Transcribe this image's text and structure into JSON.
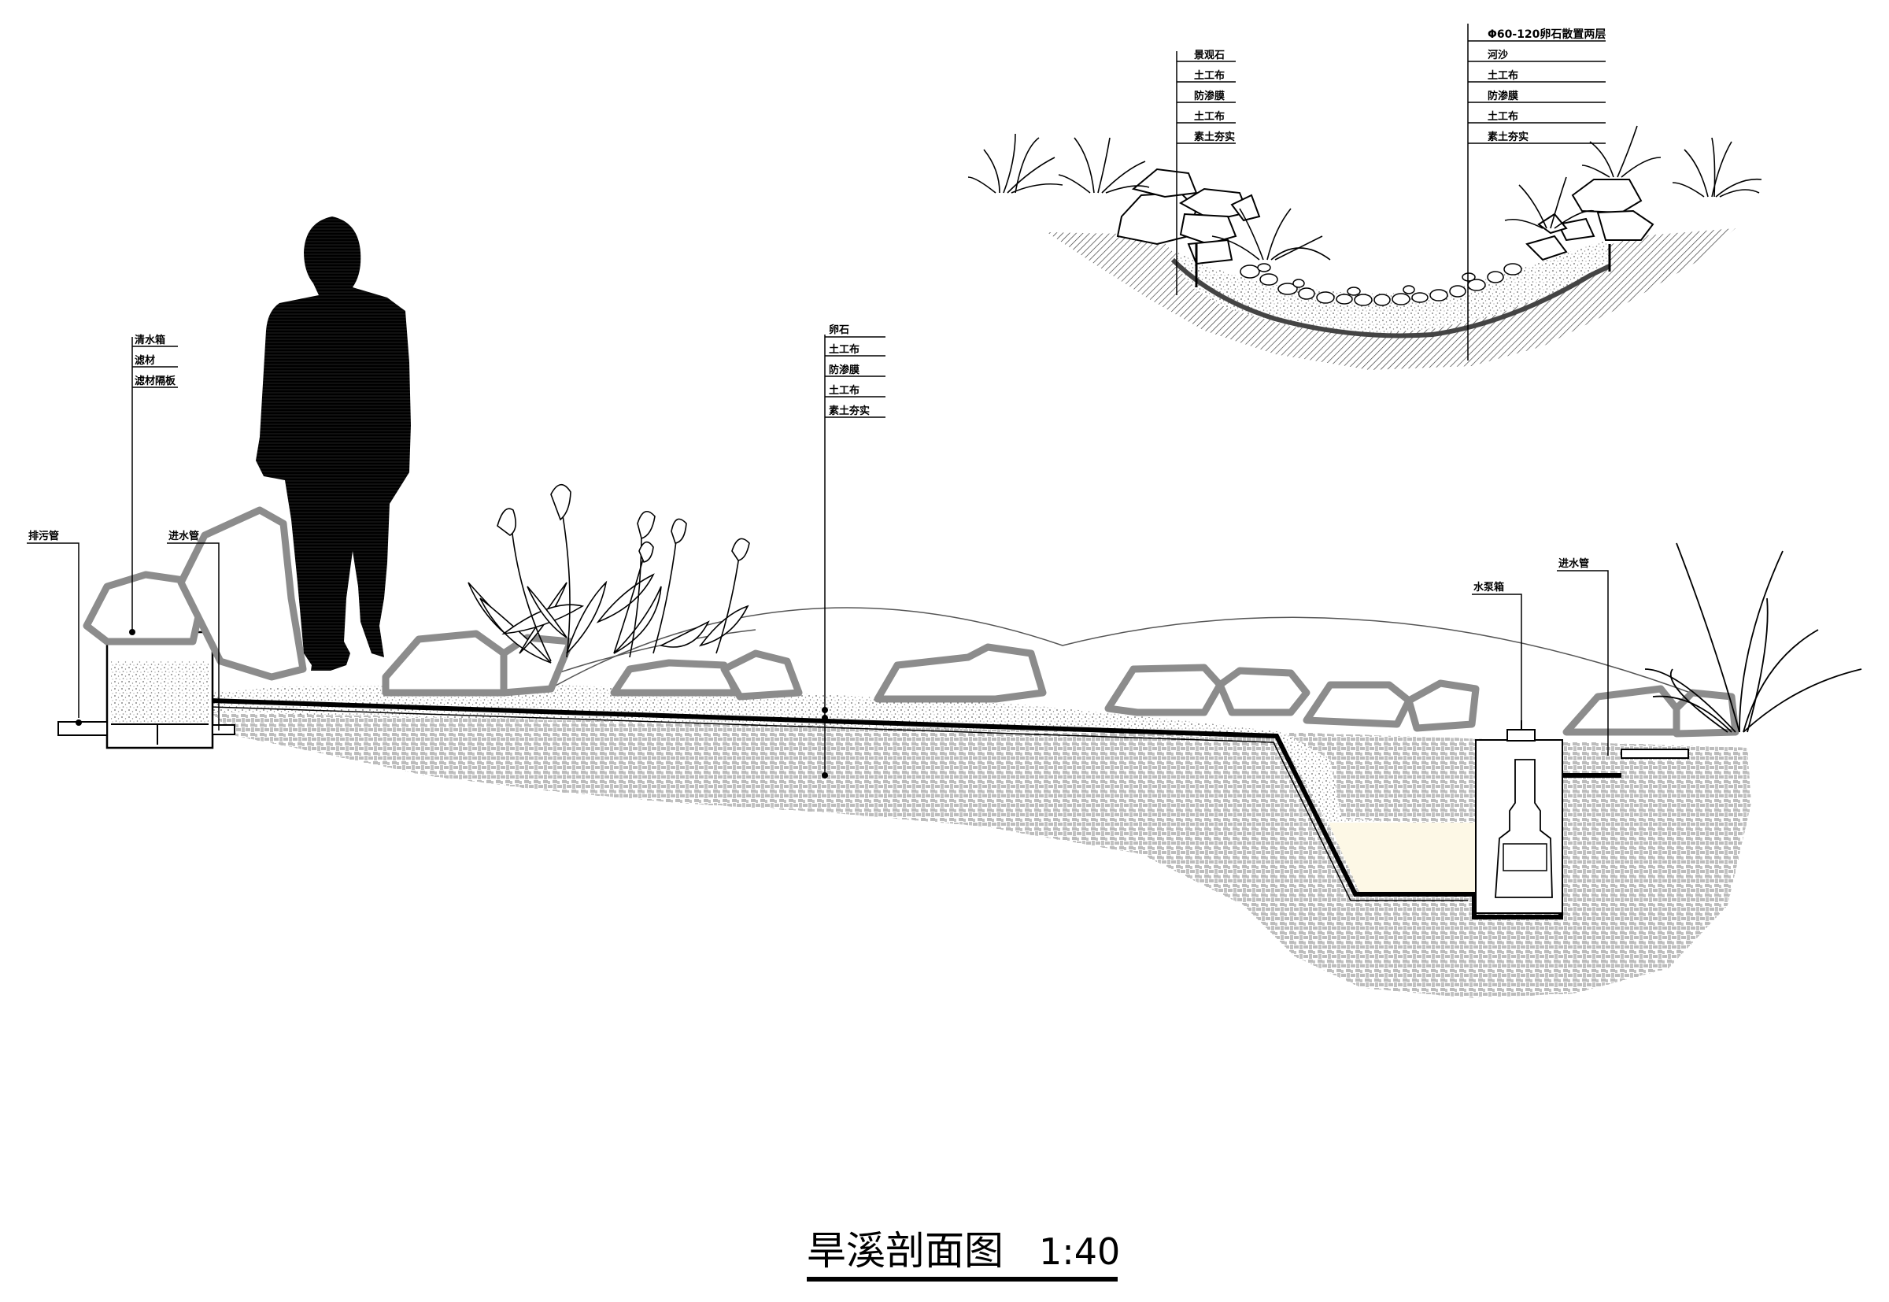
{
  "main_section": {
    "left_tank_labels": [
      "清水箱",
      "滤材",
      "滤材隔板"
    ],
    "drain_pipe": "排污管",
    "inlet_pipe_left": "进水管",
    "stream_layers": [
      "卵石",
      "土工布",
      "防渗膜",
      "土工布",
      "素土夯实"
    ],
    "pump_box": "水泵箱",
    "inlet_pipe_right": "进水管"
  },
  "detail_section": {
    "left_labels": [
      "景观石",
      "土工布",
      "防渗膜",
      "土工布",
      "素土夯实"
    ],
    "right_labels": [
      "Φ60-120卵石散置两层",
      "河沙",
      "土工布",
      "防渗膜",
      "土工布",
      "素土夯实"
    ]
  },
  "title": {
    "text": "旱溪剖面图",
    "scale": "1:40"
  }
}
